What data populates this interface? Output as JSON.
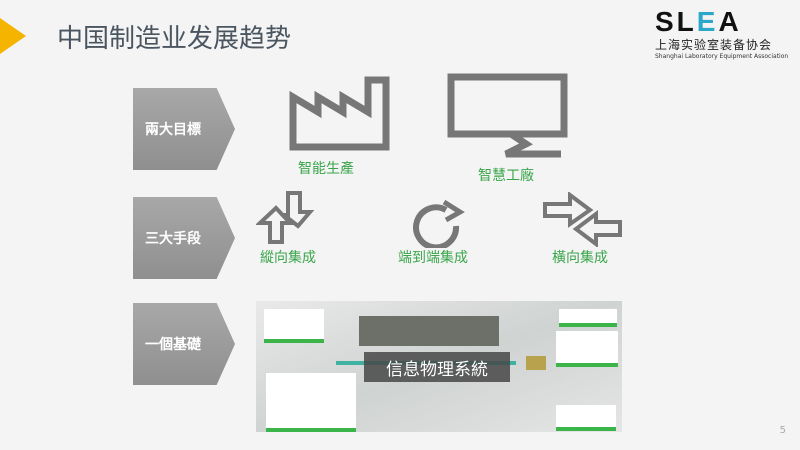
{
  "title": "中国制造业发展趋势",
  "logo": {
    "abbr_s": "SL",
    "abbr_e": "E",
    "abbr_a": "A",
    "cn": "上海实验室装备协会",
    "en": "Shanghai Laboratory Equipment Association"
  },
  "rows": [
    {
      "label": "兩大目標"
    },
    {
      "label": "三大手段"
    },
    {
      "label": "一個基礎"
    }
  ],
  "goals": [
    {
      "label": "智能生產",
      "icon": "factory-icon"
    },
    {
      "label": "智慧工廠",
      "icon": "monitor-icon"
    }
  ],
  "means": [
    {
      "label": "縱向集成",
      "icon": "vertical-arrows-icon"
    },
    {
      "label": "端到端集成",
      "icon": "cycle-icon"
    },
    {
      "label": "橫向集成",
      "icon": "horizontal-arrows-icon"
    }
  ],
  "foundation": {
    "label": "信息物理系統"
  },
  "page_number": "5",
  "colors": {
    "accent": "#f5b400",
    "green": "#3aa64b",
    "gray": "#999999"
  }
}
